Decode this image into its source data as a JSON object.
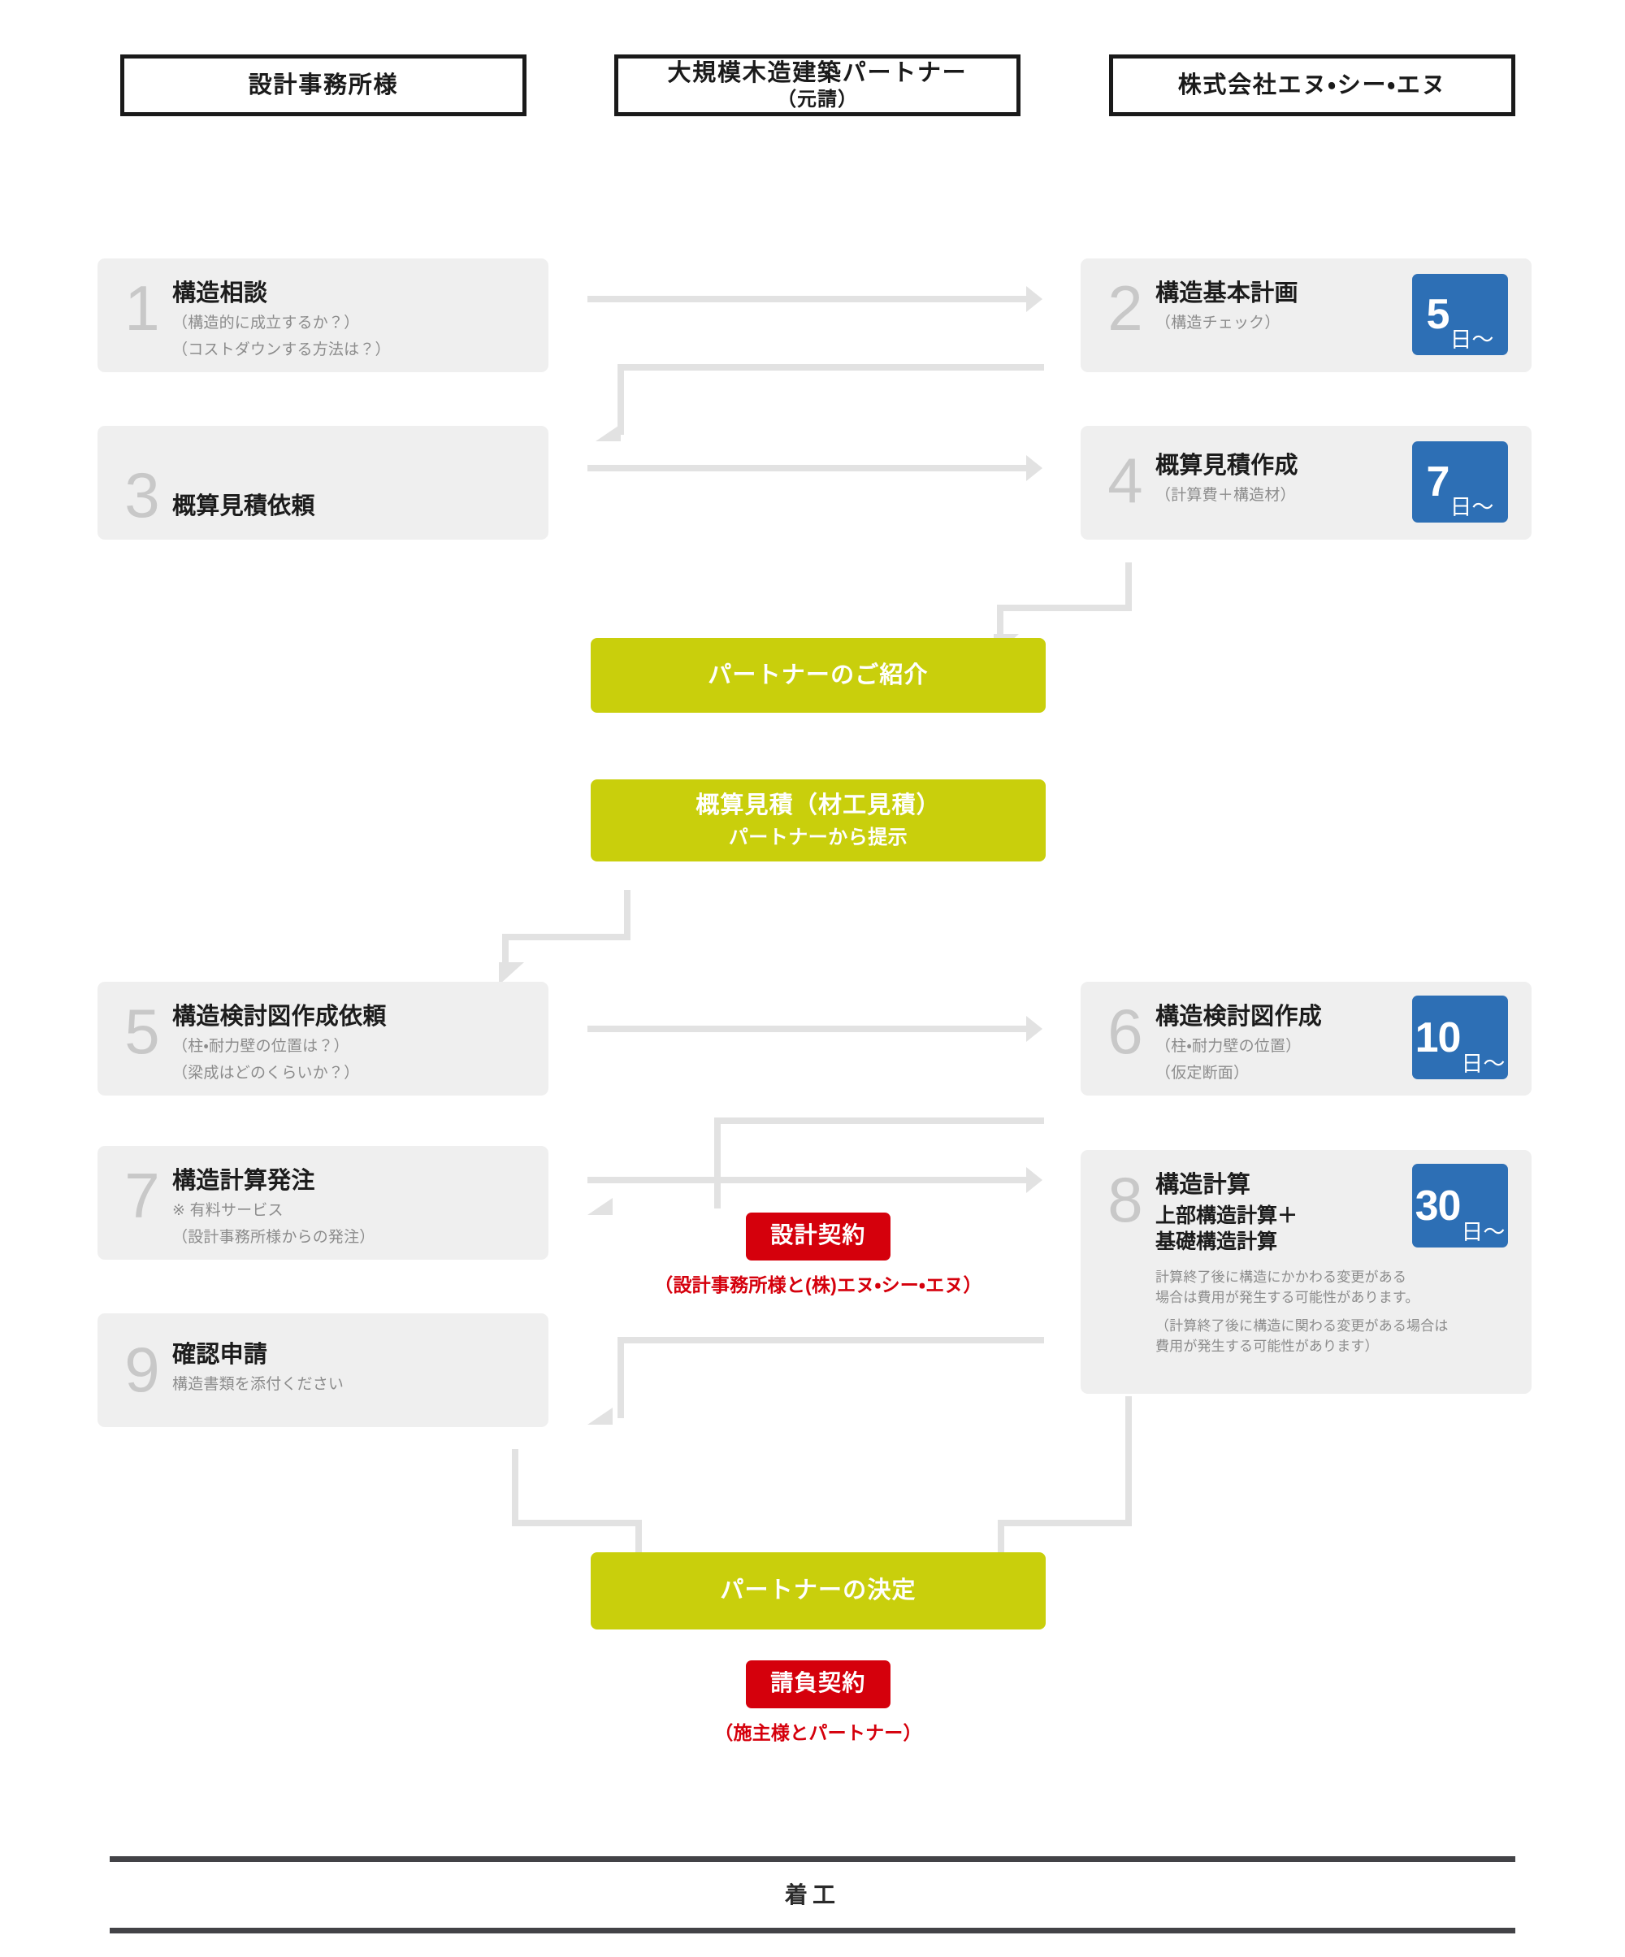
{
  "columns": [
    {
      "title": "設計事務所様",
      "subtitle": ""
    },
    {
      "title": "大規模木造建築パートナー",
      "subtitle": "（元請）"
    },
    {
      "title": "株式会社エヌ・シー・エヌ",
      "subtitle": ""
    }
  ],
  "steps": [
    {
      "number": "1",
      "title": "構造相談",
      "subs": [
        "（構造的に成立するか？）",
        "（コストダウンする方法は？）"
      ],
      "badge": null
    },
    {
      "number": "2",
      "title": "構造基本計画",
      "subs": [
        "（構造チェック）"
      ],
      "badge": {
        "value": "5",
        "unit": "日〜"
      }
    },
    {
      "number": "3",
      "title": "概算見積依頼",
      "subs": [],
      "badge": null
    },
    {
      "number": "4",
      "title": "概算見積作成",
      "subs": [
        "（計算費＋構造材）"
      ],
      "badge": {
        "value": "7",
        "unit": "日〜"
      }
    },
    {
      "number": "5",
      "title": "構造検討図作成依頼",
      "subs": [
        "（柱・耐力壁の位置は？）",
        "（梁成はどのくらいか？）"
      ],
      "badge": null
    },
    {
      "number": "6",
      "title": "構造検討図作成",
      "subs": [
        "（柱・耐力壁の位置）",
        "（仮定断面）"
      ],
      "badge": {
        "value": "10",
        "unit": "日〜"
      }
    },
    {
      "number": "7",
      "title": "構造計算発注",
      "subs": [
        "※ 有料サービス",
        "（設計事務所様からの発注）"
      ],
      "badge": null
    },
    {
      "number": "8",
      "title": "構造計算",
      "strong_lines": [
        "上部構造計算＋",
        "基礎構造計算"
      ],
      "notes": [
        "計算終了後に構造にかかわる変更がある\n場合は費用が発生する可能性があります。",
        "（計算終了後に構造に関わる変更がある場合は\n費用が発生する可能性があります）"
      ],
      "badge": {
        "value": "30",
        "unit": "日〜"
      }
    },
    {
      "number": "9",
      "title": "確認申請",
      "subs": [
        "構造書類を添付ください"
      ],
      "badge": null
    }
  ],
  "green_boxes": [
    {
      "title": "パートナーのご紹介",
      "subtitle": ""
    },
    {
      "title": "概算見積（材工見積）",
      "subtitle": "パートナーから提示"
    },
    {
      "title": "パートナーの決定",
      "subtitle": ""
    }
  ],
  "contracts": [
    {
      "label": "設計契約",
      "caption": "（設計事務所様と(株)エヌ・シー・エヌ）"
    },
    {
      "label": "請負契約",
      "caption": "（施主様とパートナー）"
    }
  ],
  "footer": {
    "label": "着工"
  },
  "colors": {
    "card_bg": "#efefef",
    "number_gray": "#c8c8c8",
    "badge_blue": "#2d6fb5",
    "green": "#c9cf0c",
    "red": "#d5000c",
    "connector_gray": "#e2e2e2",
    "rule_dark": "#434347"
  }
}
